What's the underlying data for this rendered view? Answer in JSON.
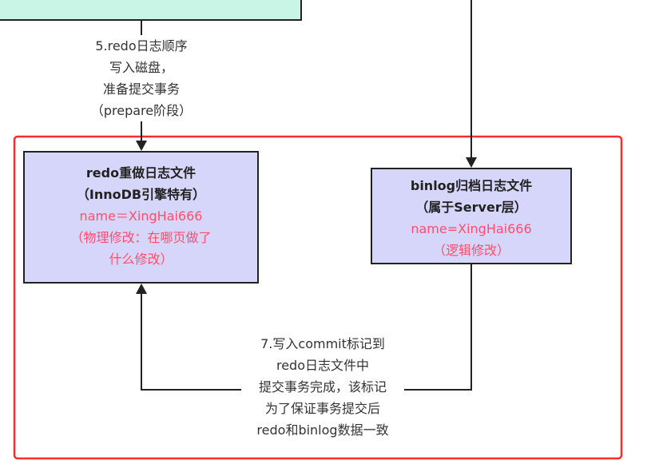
{
  "diagram": {
    "step5": {
      "lines": [
        "5.redo日志顺序",
        "写入磁盘，",
        "准备提交事务",
        "（prepare阶段）"
      ]
    },
    "step7": {
      "lines": [
        "7.写入commit标记到",
        "redo日志文件中",
        "提交事务完成，该标记",
        "为了保证事务提交后",
        "redo和binlog数据一致"
      ]
    },
    "redo_box": {
      "title": "redo重做日志文件",
      "subtitle": "（InnoDB引擎特有）",
      "name_line": "name＝XingHai666",
      "note_line1": "（物理修改：在哪页做了",
      "note_line2": "什么修改）"
    },
    "binlog_box": {
      "title": "binlog归档日志文件",
      "subtitle": "（属于Server层）",
      "name_line": "name=XingHai666",
      "note_line": "（逻辑修改）"
    },
    "colors": {
      "node_fill": "#d6d6fb",
      "group_border": "#ff2a2a",
      "top_box_fill": "#c8f5e6",
      "highlight_text": "#ff4d6d"
    }
  }
}
